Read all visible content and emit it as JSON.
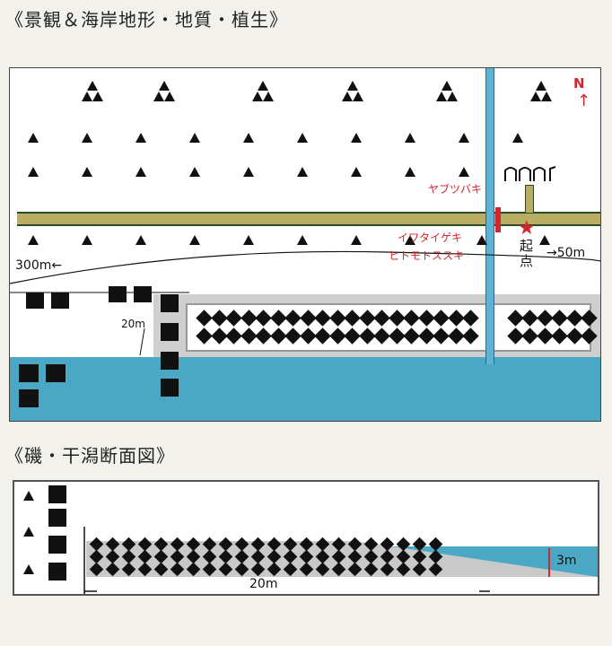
{
  "headings": {
    "landscape": "《景観＆海岸地形・地質・植生》",
    "section": "《磯・干潟断面図》"
  },
  "map": {
    "north_letter": "N",
    "plant_labels": {
      "yabutsubaki": "ヤブツバキ",
      "iwataigeki": "イワタイゲキ",
      "hitomotosusuki": "ヒトモトススキ"
    },
    "start_point_label": "起点",
    "distance_left": "300m←",
    "distance_right": "→50m",
    "tidal_distance": "20m",
    "colors": {
      "sea": "#4aa8c4",
      "road": "#b8ad63",
      "accent_red": "#d2262e",
      "flat_gray": "#cfcfcf"
    }
  },
  "section": {
    "width_label": "20m",
    "height_label": "3m"
  }
}
